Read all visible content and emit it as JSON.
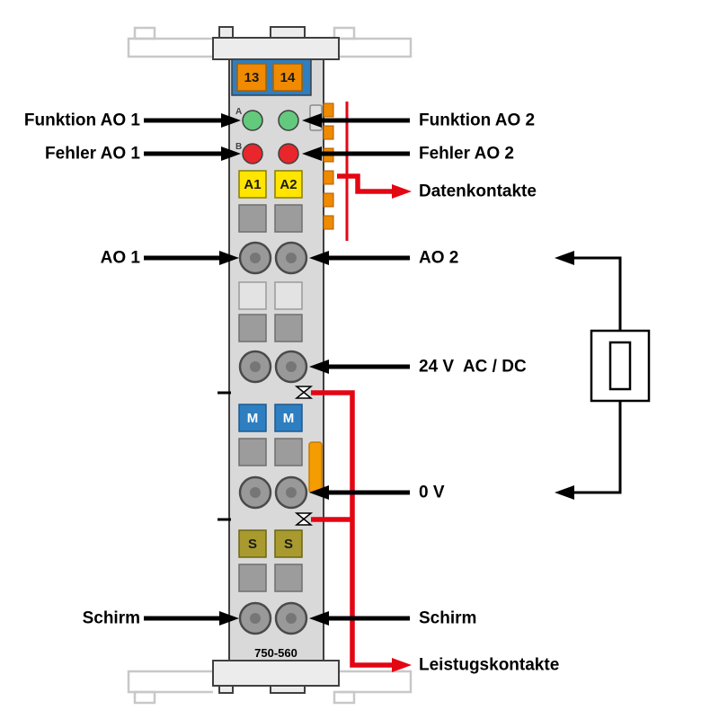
{
  "module": {
    "part_number": "750-560",
    "terminals": {
      "t13": "13",
      "t14": "14",
      "a1": "A1",
      "a2": "A2",
      "m1": "M",
      "m2": "M",
      "s1": "S",
      "s2": "S"
    },
    "led_letters": {
      "a": "A",
      "b": "B"
    }
  },
  "labels": {
    "left": {
      "funktion_ao1": "Funktion AO 1",
      "fehler_ao1": "Fehler AO 1",
      "ao1": "AO 1",
      "schirm": "Schirm"
    },
    "right": {
      "funktion_ao2": "Funktion AO 2",
      "fehler_ao2": "Fehler AO 2",
      "datenkontakte": "Datenkontakte",
      "ao2": "AO 2",
      "power_24v": "24 V  AC / DC",
      "zero_v": "0 V",
      "schirm": "Schirm",
      "leistungskontakte": "Leistugskontakte"
    }
  },
  "colors": {
    "wago_red": "#e30613",
    "module_gray": "#d9d9d9",
    "cap_gray": "#ececec",
    "contact_gray": "#9c9c9c",
    "rail_outline_gray": "#c8c8c8",
    "header_blue": "#2d7fc1",
    "terminal_orange": "#f08a00",
    "latch_orange": "#f59c00",
    "led_green": "#63c97d",
    "led_red": "#e8262b",
    "label_yellow": "#ffe500",
    "shield_olive": "#a89a2e",
    "arrow_black": "#000000"
  }
}
